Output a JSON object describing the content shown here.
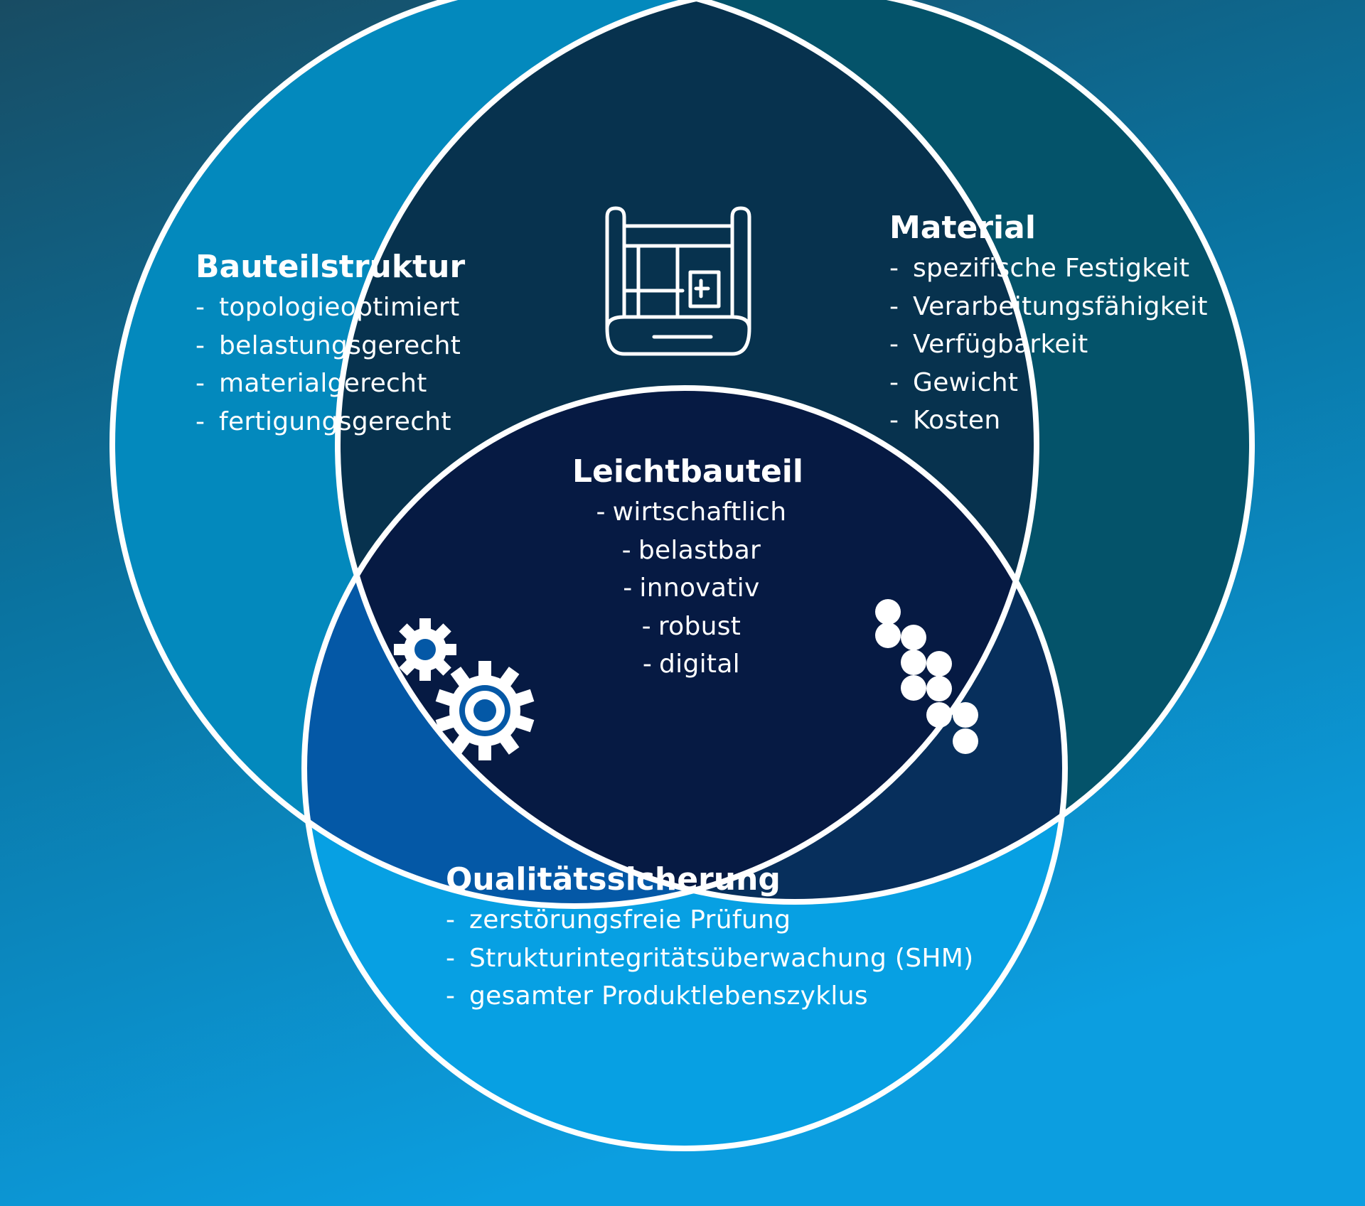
{
  "colors": {
    "background_top_left": "#184c63",
    "background_bottom": "#0c9ee0",
    "bauteilstruktur_fill": "#0389bd",
    "material_fill": "#04536a",
    "qualitaet_fill": "#07a0e3",
    "overlap_bauteil_material": "#07324e",
    "overlap_bauteil_qualitaet": "#0458a6",
    "overlap_material_qualitaet": "#072f5c",
    "center_fill": "#061a43",
    "outline": "#ffffff"
  },
  "icons": {
    "top_overlap": "blueprint-icon",
    "left_overlap": "gears-icon",
    "right_overlap": "molecule-chain-icon"
  },
  "bauteilstruktur": {
    "title": "Bauteilstruktur",
    "items": [
      "topologieoptimiert",
      "belastungsgerecht",
      "materialgerecht",
      "fertigungsgerecht"
    ]
  },
  "material": {
    "title": "Material",
    "items": [
      "spezifische Festigkeit",
      "Verarbeitungsfähigkeit",
      "Verfügbarkeit",
      "Gewicht",
      "Kosten"
    ]
  },
  "qualitaetssicherung": {
    "title": "Qualitätssicherung",
    "items": [
      "zerstörungsfreie Prüfung",
      "Strukturintegritätsüberwachung (SHM)",
      "gesamter Produktlebenszyklus"
    ]
  },
  "leichtbauteil": {
    "title": "Leichtbauteil",
    "items": [
      "wirtschaftlich",
      "belastbar",
      "innovativ",
      "robust",
      "digital"
    ]
  },
  "bullet": "-"
}
